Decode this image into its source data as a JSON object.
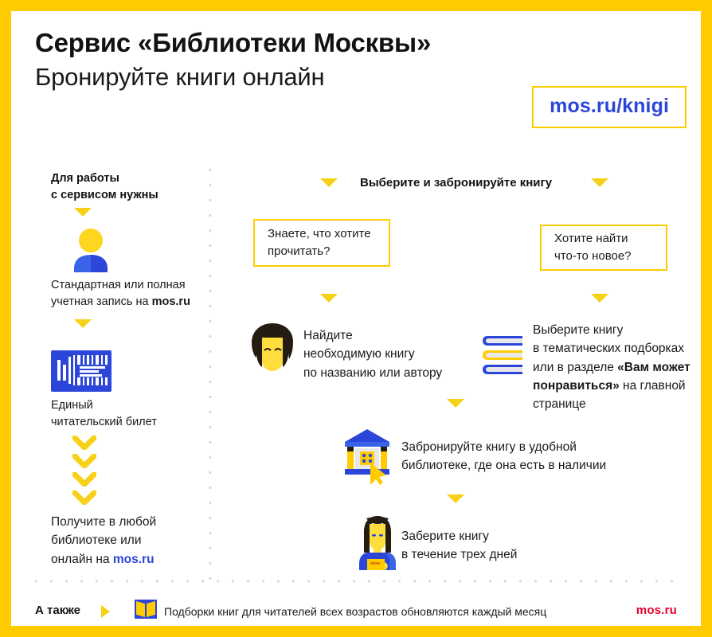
{
  "header": {
    "title_main": "Сервис «Библиотеки Москвы»",
    "title_sub": "Бронируйте книги онлайн",
    "url_badge": "mos.ru/knigi"
  },
  "left_column": {
    "lead_line1": "Для работы",
    "lead_line2": "с сервисом нужны",
    "step1": {
      "icon": "user-avatar-icon",
      "text_line1": "Стандартная или полная",
      "text_line2_prefix": "учетная запись на ",
      "text_line2_link": "mos.ru"
    },
    "step2": {
      "icon": "library-card-icon",
      "text_line1": "Единый",
      "text_line2": "читательский билет"
    },
    "step3": {
      "text_line1": "Получите в любой",
      "text_line2": "библиотеке или",
      "text_line3_prefix": "онлайн на ",
      "text_line3_link": "mos.ru"
    }
  },
  "flow": {
    "heading": "Выберите и забронируйте книгу",
    "question_left_line1": "Знаете, что хотите",
    "question_left_line2": "прочитать?",
    "question_right_line1": "Хотите найти",
    "question_right_line2": "что-то новое?",
    "branch_left": {
      "icon": "curly-hair-person-icon",
      "line1": "Найдите",
      "line2": "необходимую книгу",
      "line3": "по названию или автору"
    },
    "branch_right": {
      "icon": "book-stack-icon",
      "line1": "Выберите книгу",
      "line2": "в тематических подборках",
      "line3_prefix": "или в разделе ",
      "line3_bold": "«Вам может",
      "line4_bold": "понравиться»",
      "line4_rest": " на главной",
      "line5": "странице"
    },
    "step_library": {
      "icon": "library-building-icon",
      "line1": "Забронируйте книгу в удобной",
      "line2": "библиотеке, где она есть в наличии"
    },
    "step_pickup": {
      "icon": "woman-with-book-icon",
      "line1": "Заберите книгу",
      "line2": "в течение трех дней"
    }
  },
  "footer": {
    "also_label": "А также",
    "book_icon": "open-book-icon",
    "note": "Подборки книг для читателей всех возрастов обновляются каждый месяц",
    "brand": "mos.ru"
  },
  "colors": {
    "frame_yellow": "#FFCC00",
    "arrow_yellow": "#F7D117",
    "link_blue": "#2B46D9",
    "brand_red": "#E4002B",
    "text_dark": "#1a1a1a"
  }
}
